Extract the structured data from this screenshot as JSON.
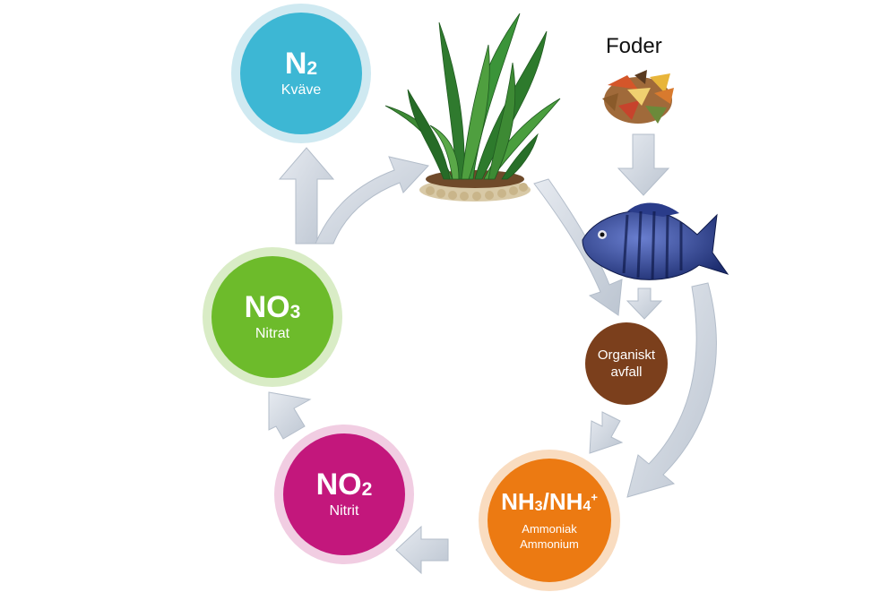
{
  "food_label": "Foder",
  "nodes": {
    "n2": {
      "formula": "N",
      "sub": "2",
      "name": "Kväve",
      "color": "#3db7d4",
      "ring": "#cde9f1"
    },
    "no3": {
      "formula": "NO",
      "sub": "3",
      "name": "Nitrat",
      "color": "#6dbb2b",
      "ring": "#d9ecc6"
    },
    "no2": {
      "formula": "NO",
      "sub": "2",
      "name": "Nitrit",
      "color": "#c3177c",
      "ring": "#f1cde2"
    },
    "nh": {
      "formula": "NH",
      "sub": "3",
      "formula2": "/NH",
      "sub2": "4",
      "sup2": "+",
      "name": "Ammoniak",
      "name2": "Ammonium",
      "color": "#ec7a12",
      "ring": "#f9dcc0"
    },
    "waste": {
      "name": "Organiskt",
      "name2": "avfall",
      "color": "#7b3f1c"
    }
  },
  "colors": {
    "arrow": "#cdd5df",
    "arrow_edge": "#b8c2cf"
  }
}
